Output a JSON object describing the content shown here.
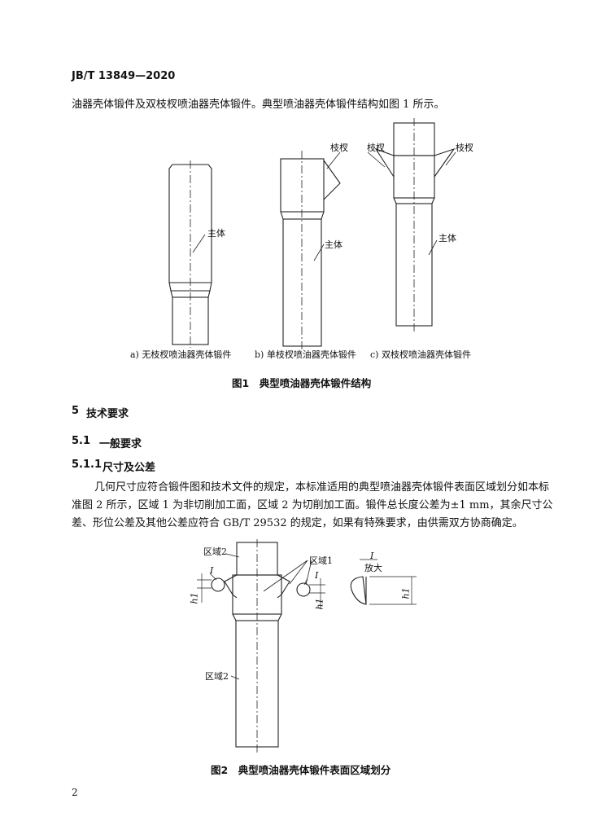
{
  "header": {
    "doc_id": "JB/T 13849—2020"
  },
  "intro_line": "油器壳体锻件及双枝杈喷油器壳体锻件。典型喷油器壳体锻件结构如图 1 所示。",
  "figure1": {
    "labels": {
      "branch": "枝杈",
      "main_body": "主体"
    },
    "subcaptions": [
      "a) 无枝杈喷油器壳体锻件",
      "b) 单枝杈喷油器壳体锻件",
      "c) 双枝杈喷油器壳体锻件"
    ],
    "caption": "图1　典型喷油器壳体锻件结构"
  },
  "section5": {
    "number": "5",
    "title": "技术要求"
  },
  "section51": {
    "number": "5.1",
    "title": "一般要求"
  },
  "section511": {
    "number": "5.1.1",
    "title": "尺寸及公差"
  },
  "paragraph": [
    "几何尺寸应符合锻件图和技术文件的规定，本标准适用的典型喷油器壳体锻件表面区域划分如本标",
    "准图 2 所示，区域 1 为非切削加工面，区域 2 为切削加工面。锻件总长度公差为±1 mm，其余尺寸公",
    "差、形位公差及其他公差应符合 GB/T 29532 的规定，如果有特殊要求，由供需双方协商确定。"
  ],
  "figure2": {
    "labels": {
      "zone2_top": "区域2",
      "zone1": "区域1",
      "zone2_bottom": "区域2",
      "detail_mark": "I",
      "detail_title": "放大",
      "h1": "h1"
    },
    "caption": "图2　典型喷油器壳体锻件表面区域划分"
  },
  "page_number": "2"
}
